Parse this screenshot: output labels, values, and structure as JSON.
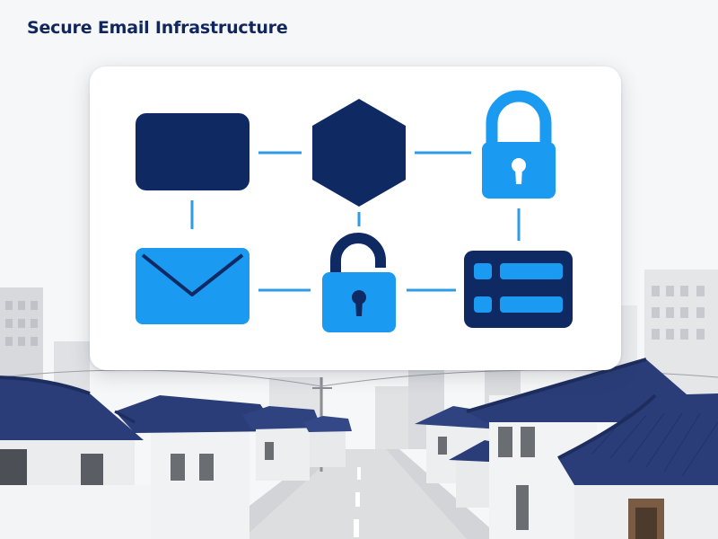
{
  "header": {
    "title": "Secure Email Infrastructure"
  },
  "colors": {
    "navy": "#0f2a63",
    "brand_blue": "#1a9af0",
    "connector": "#2e9be6",
    "card_bg": "#ffffff",
    "roof": "#2a3d78"
  },
  "diagram": {
    "nodes": [
      {
        "id": "navy-rectangle",
        "shape": "rounded-rectangle",
        "color": "navy"
      },
      {
        "id": "navy-hexagon",
        "shape": "hexagon",
        "color": "navy"
      },
      {
        "id": "locked-padlock",
        "icon": "lock-icon",
        "color": "brand_blue"
      },
      {
        "id": "envelope",
        "icon": "envelope-icon",
        "color": "brand_blue"
      },
      {
        "id": "unlocked-padlock",
        "icon": "unlock-icon",
        "color": "brand_blue"
      },
      {
        "id": "server-panel",
        "icon": "server-icon",
        "color": "navy"
      }
    ],
    "connections": [
      [
        "navy-rectangle",
        "navy-hexagon"
      ],
      [
        "navy-hexagon",
        "locked-padlock"
      ],
      [
        "navy-rectangle",
        "envelope"
      ],
      [
        "navy-hexagon",
        "unlocked-padlock"
      ],
      [
        "locked-padlock",
        "server-panel"
      ],
      [
        "envelope",
        "unlocked-padlock"
      ],
      [
        "unlocked-padlock",
        "server-panel"
      ]
    ]
  },
  "background": {
    "scene": "street-with-traditional-houses"
  }
}
